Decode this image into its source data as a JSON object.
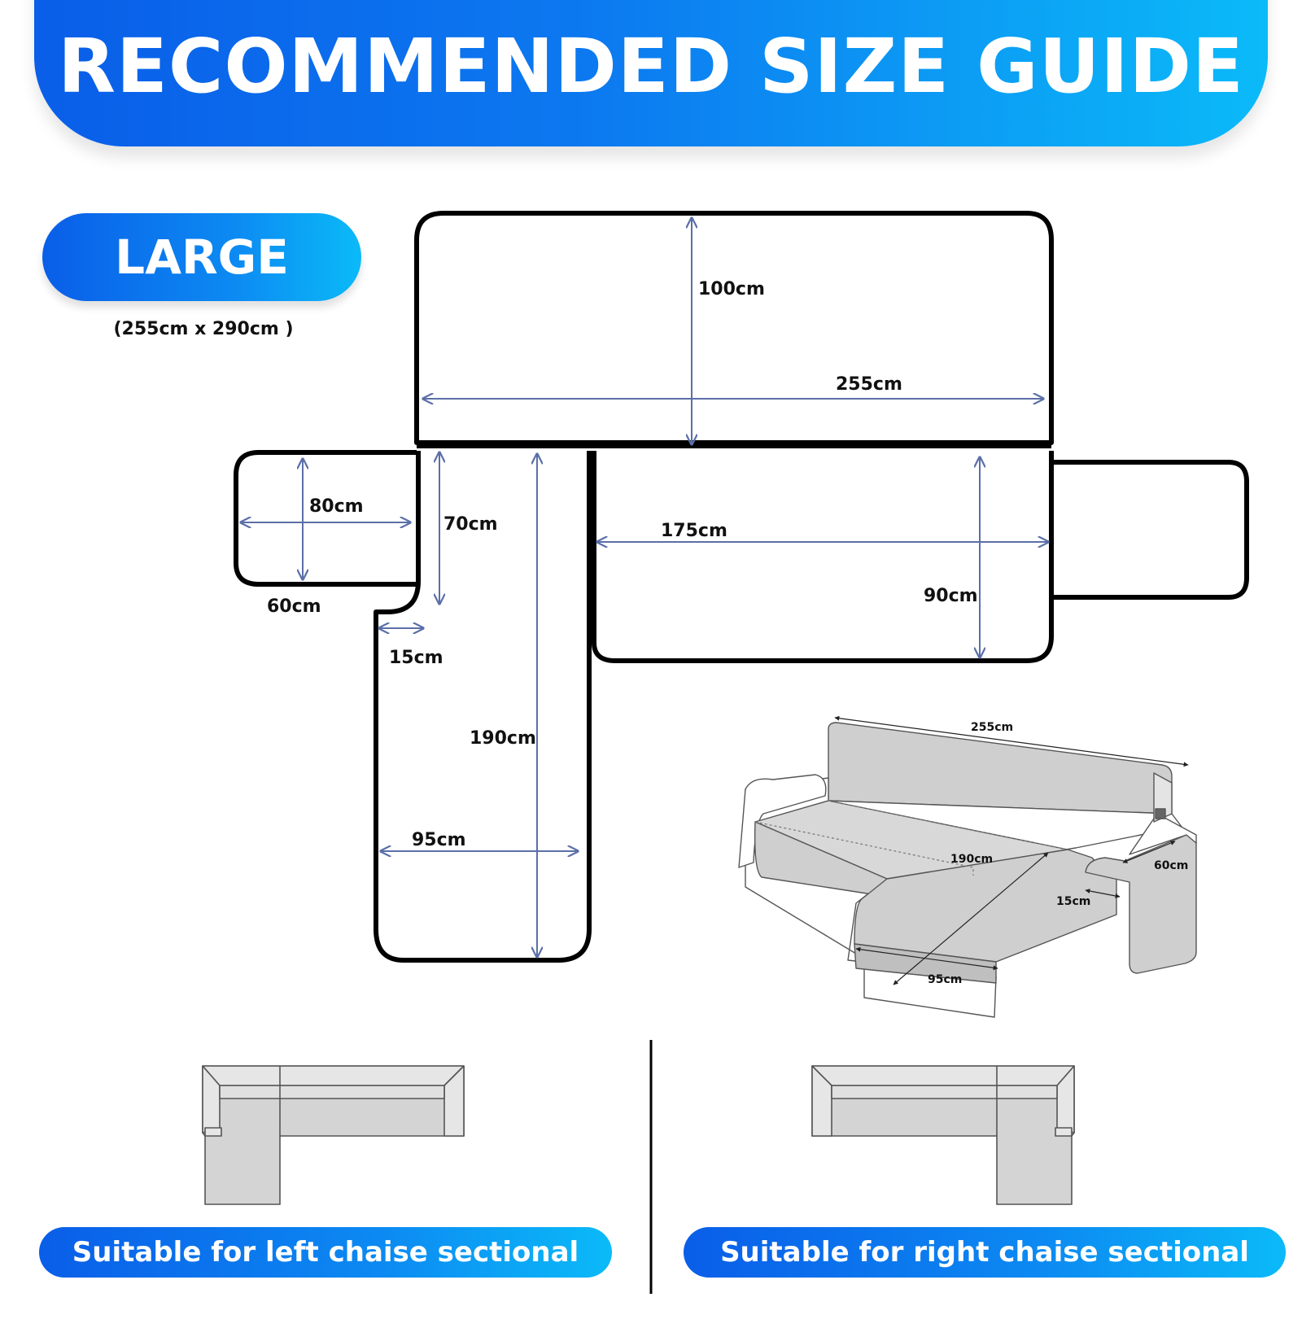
{
  "header": {
    "title": "RECOMMENDED SIZE GUIDE"
  },
  "size": {
    "name": "LARGE",
    "dimensions": "(255cm x 290cm )"
  },
  "measurements": {
    "back_height": "100cm",
    "back_width": "255cm",
    "arm_width": "80cm",
    "arm_height": "60cm",
    "chaise_top": "70cm",
    "chaise_length": "190cm",
    "offset": "15cm",
    "chaise_width": "95cm",
    "seat_width": "175cm",
    "seat_depth": "90cm"
  },
  "sofa_illustration": {
    "top": "255cm",
    "chaise_length": "190cm",
    "arm": "60cm",
    "offset": "15cm",
    "chaise_width": "95cm"
  },
  "captions": {
    "left": "Suitable for left chaise sectional sofa",
    "right": "Suitable for right chaise sectional sofa"
  },
  "colors": {
    "banner_start": "#0a5ee8",
    "banner_end": "#0bbaf8",
    "arrow": "#5b6fa8",
    "outline": "#000000"
  }
}
